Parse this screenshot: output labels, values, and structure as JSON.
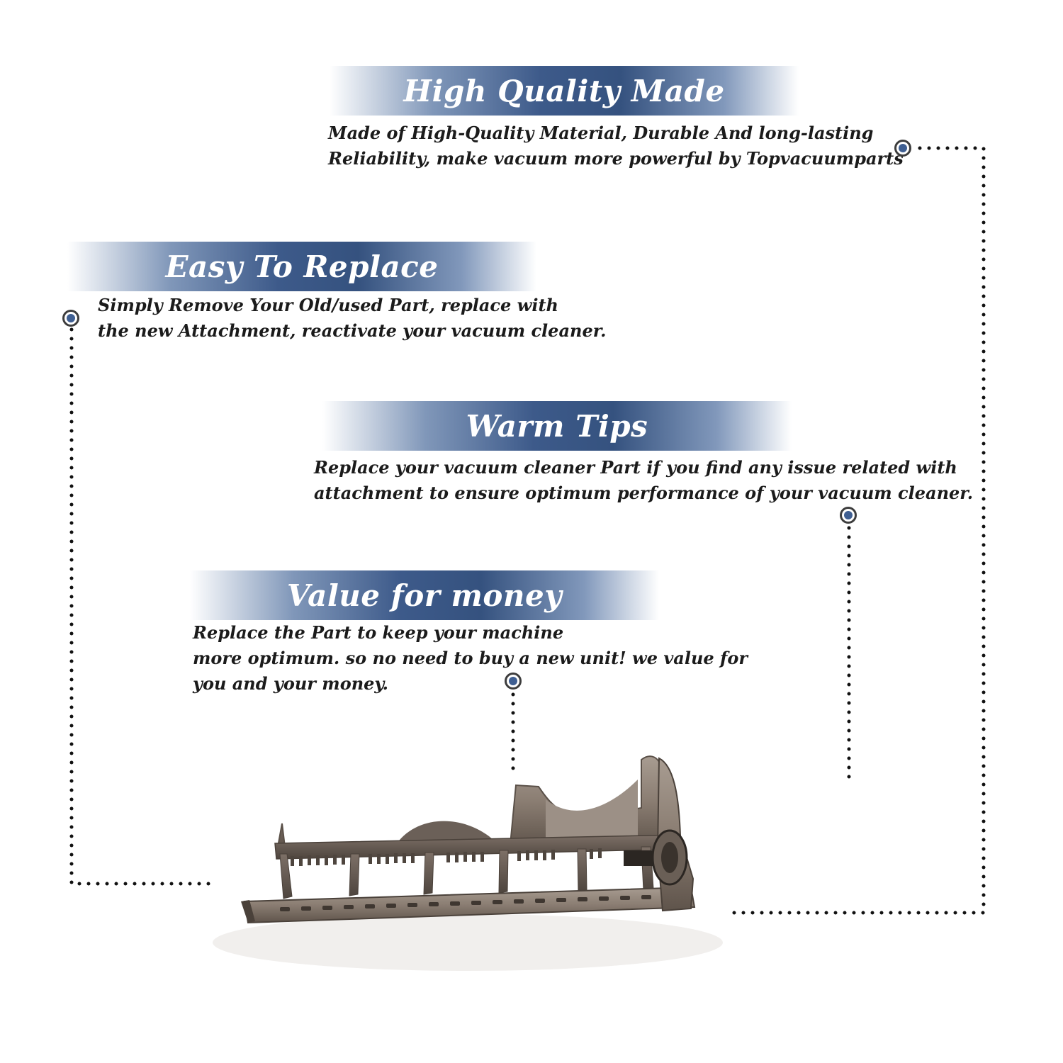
{
  "features": [
    {
      "title": "High Quality Made",
      "lines": [
        "Made of  High-Quality Material, Durable And long-lasting",
        "Reliability, make vacuum more powerful by Topvacuumparts"
      ]
    },
    {
      "title": "Easy To Replace",
      "lines": [
        "Simply Remove Your Old/used Part, replace with",
        "the new Attachment, reactivate your vacuum cleaner."
      ]
    },
    {
      "title": "Warm Tips",
      "lines": [
        "Replace your vacuum cleaner Part if you find any issue related with",
        " attachment to ensure optimum performance of your vacuum cleaner."
      ]
    },
    {
      "title": "Value for money",
      "lines": [
        "Replace the Part to keep your machine",
        "more optimum. so no need to buy a new unit! we value for",
        "you and your money."
      ]
    }
  ],
  "colors": {
    "banner_blue": "#35527f",
    "marker_blue": "#3f5f92",
    "dotted_line": "#111111",
    "part_metal": "#8a7d72"
  },
  "product_image": "vacuum-soleplate-part"
}
